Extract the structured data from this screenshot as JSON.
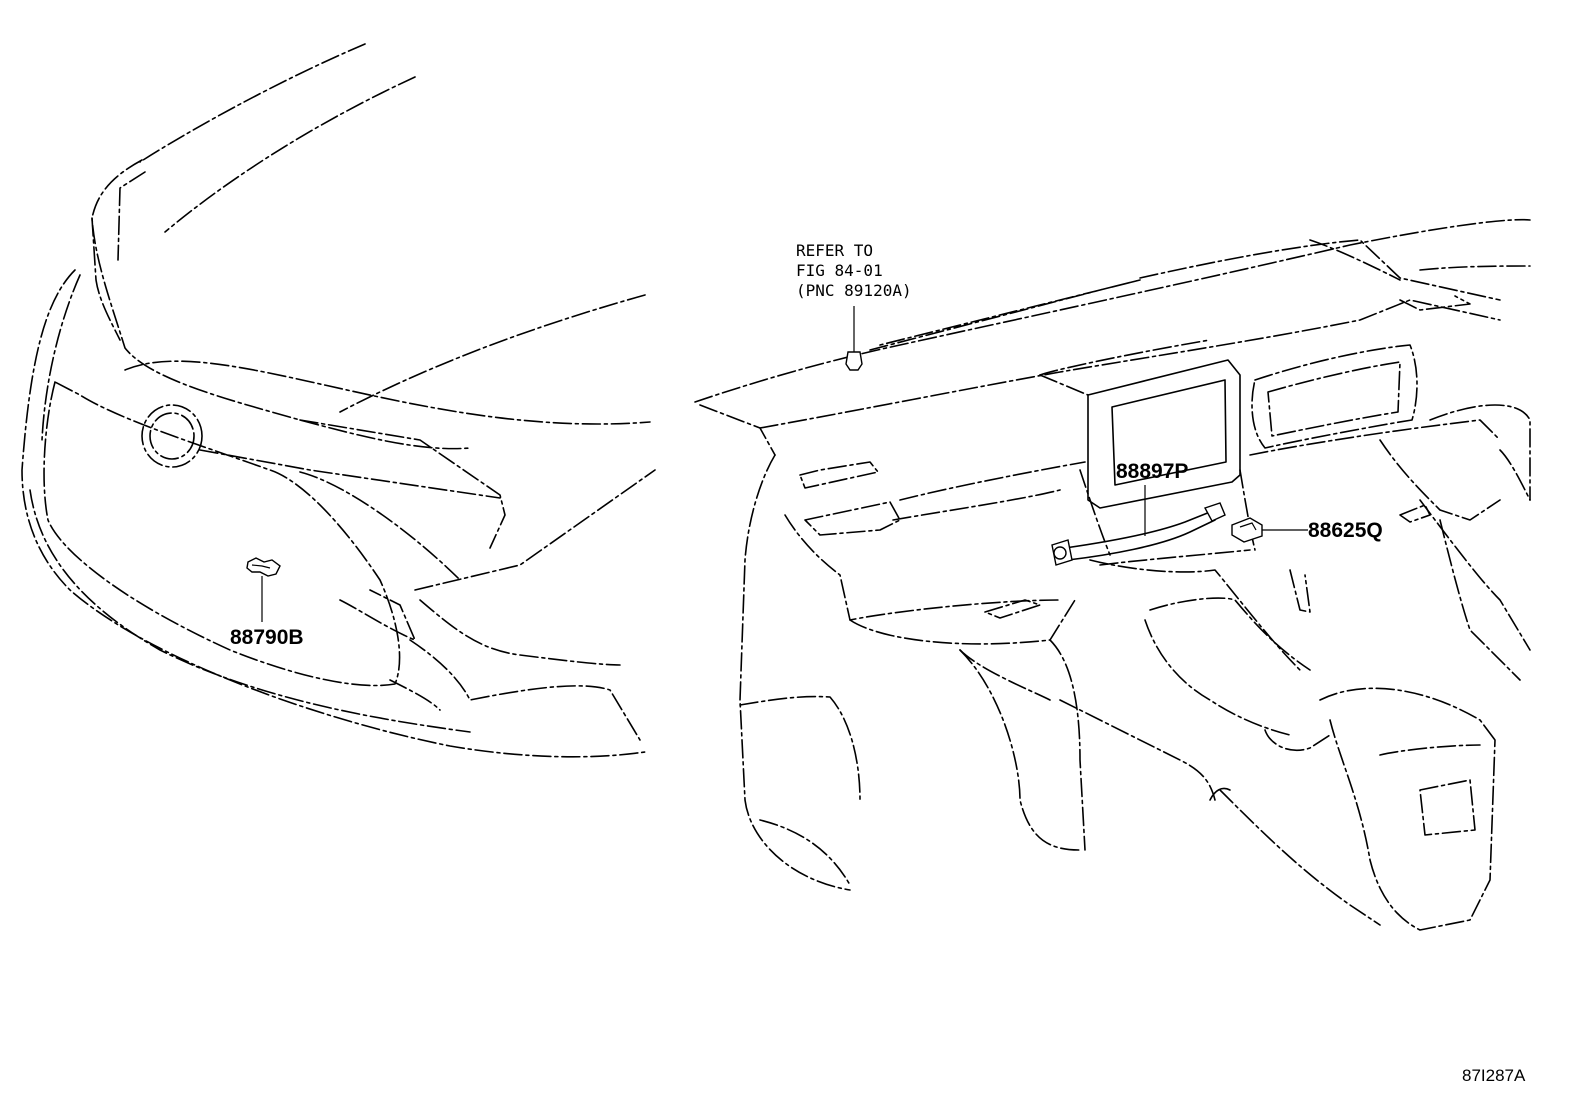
{
  "callouts": {
    "grille_sensor": "88790B",
    "display_harness": "88897P",
    "connector": "88625Q"
  },
  "reference_note": {
    "line1": "REFER TO",
    "line2": "FIG 84-01",
    "line3": "(PNC 89120A)"
  },
  "figure_id": "87I287A"
}
